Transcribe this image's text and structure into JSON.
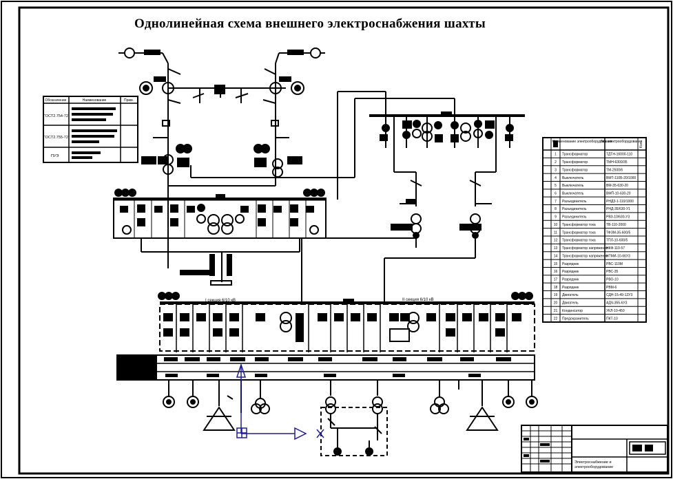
{
  "title": "Однолинейная схема внешнего электроснабжения шахты",
  "bus_labels": {
    "section1": "I секция 6/10 кВ",
    "section2": "II секция 6/10 кВ"
  },
  "left_table": {
    "headers": [
      "Обозначение",
      "Наименование",
      "Прим."
    ],
    "rows": [
      {
        "code": "ГОСТ2.754-72"
      },
      {
        "code": "ГОСТ2.755-72"
      },
      {
        "code": "ПУЭ"
      }
    ]
  },
  "right_table": {
    "headers": [
      "Наименование электрооборудования",
      "Тип электрооборудования",
      "Кол."
    ],
    "rows": [
      {
        "n": "1",
        "name": "Трансформатор",
        "type": "ТДТН-16000-110"
      },
      {
        "n": "2",
        "name": "Трансформатор",
        "type": "ТМН-6300/35"
      },
      {
        "n": "3",
        "name": "Трансформатор",
        "type": "ТМ-2500/6"
      },
      {
        "n": "4",
        "name": "Выключатель",
        "type": "ВМТ-110Б-20/1000"
      },
      {
        "n": "5",
        "name": "Выключатель",
        "type": "ВМ-35-630-20"
      },
      {
        "n": "6",
        "name": "Выключатель",
        "type": "ВМП-10-630-20"
      },
      {
        "n": "7",
        "name": "Разъединитель",
        "type": "РНДЗ-1-110/1000"
      },
      {
        "n": "8",
        "name": "Разъединитель",
        "type": "РНД-35/630-У1"
      },
      {
        "n": "9",
        "name": "Разъединитель",
        "type": "РВЗ-10/630-У3"
      },
      {
        "n": "10",
        "name": "Трансформатор тока",
        "type": "ТВ-110-2000"
      },
      {
        "n": "11",
        "name": "Трансформатор тока",
        "type": "ТФЗМ-35-600/5"
      },
      {
        "n": "12",
        "name": "Трансформатор тока",
        "type": "ТПЛ-10-600/5"
      },
      {
        "n": "13",
        "name": "Трансформатор напряжения",
        "type": "НКФ-110-57"
      },
      {
        "n": "14",
        "name": "Трансформатор напряжения",
        "type": "НТМИ-10-66У3"
      },
      {
        "n": "15",
        "name": "Разрядник",
        "type": "РВС-110М"
      },
      {
        "n": "16",
        "name": "Разрядник",
        "type": "РВС-35"
      },
      {
        "n": "17",
        "name": "Разрядник",
        "type": "РВО-10"
      },
      {
        "n": "18",
        "name": "Разрядник",
        "type": "РВМ-6"
      },
      {
        "n": "19",
        "name": "Двигатель",
        "type": "СДН-15-49-12У3"
      },
      {
        "n": "20",
        "name": "Двигатель",
        "type": "АДЧ-355-6У3"
      },
      {
        "n": "21",
        "name": "Конденсатор",
        "type": "УКЛ-10-450"
      },
      {
        "n": "22",
        "name": "Предохранитель",
        "type": "ПКТ-10"
      }
    ]
  },
  "stamp": {
    "doc_title": "Электроснабжение и электрооборудование"
  }
}
